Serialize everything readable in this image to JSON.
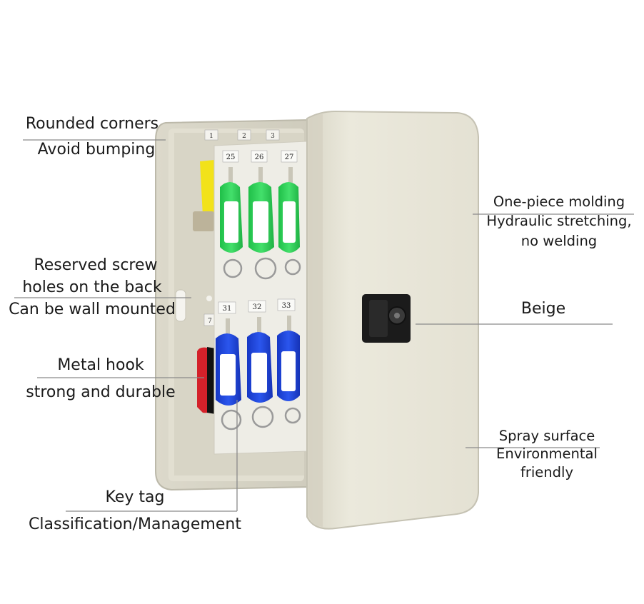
{
  "annotations": {
    "rounded_corners": {
      "line1": "Rounded corners",
      "line2": "Avoid bumping"
    },
    "screw_holes": {
      "line1": "Reserved screw",
      "line2": "holes on the back",
      "line3": "Can be wall mounted"
    },
    "metal_hook": {
      "line1": "Metal hook",
      "line2": "strong and durable"
    },
    "key_tag": {
      "line1": "Key tag",
      "line2": "Classification/Management"
    },
    "molding": {
      "line1": "One-piece molding",
      "line2": "Hydraulic stretching,",
      "line3": "no welding"
    },
    "color": {
      "line1": "Beige"
    },
    "surface": {
      "line1": "Spray surface",
      "line2": "Environmental",
      "line3": "friendly"
    }
  },
  "hook_numbers": {
    "top_back": [
      "1",
      "2",
      "3"
    ],
    "top_front": [
      "25",
      "26",
      "27"
    ],
    "bottom_front": [
      "31",
      "32",
      "33"
    ],
    "side": [
      "7"
    ]
  },
  "colors": {
    "cabinet": "#e6e3d6",
    "tag_green": "#2fd35a",
    "tag_blue": "#1f45d8",
    "tag_red": "#d4212a",
    "tag_yellow": "#f2e21a",
    "leader_line": "#8a8a8a"
  }
}
